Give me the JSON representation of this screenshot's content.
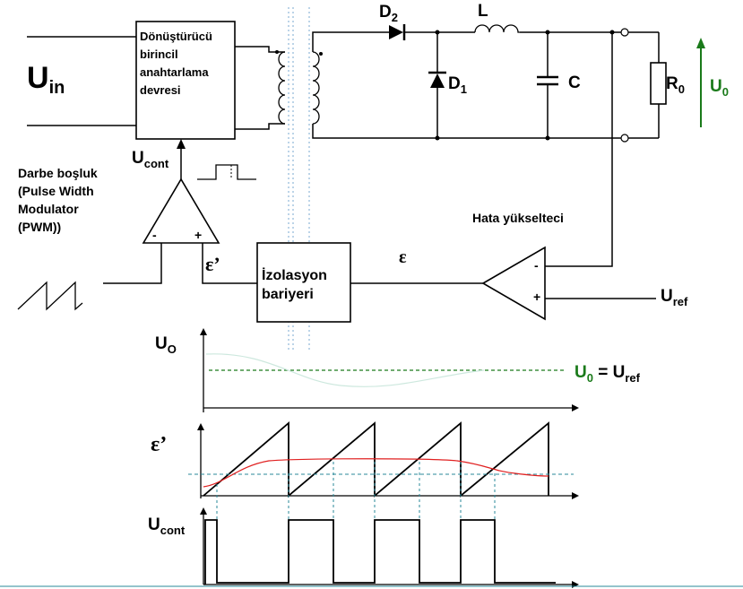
{
  "labels": {
    "converter_line1": "Dönüştürücü",
    "converter_line2": "birincil",
    "converter_line3": "anahtarlama",
    "converter_line4": "devresi",
    "uin_main": "U",
    "uin_sub": "in",
    "d2_main": "D",
    "d2_sub": "2",
    "d1_main": "D",
    "d1_sub": "1",
    "inductor": "L",
    "capacitor": "C",
    "r0_main": "R",
    "r0_sub": "0",
    "u0_main": "U",
    "u0_sub": "0",
    "ucont_main": "U",
    "ucont_sub": "cont",
    "pwm_line1": "Darbe boşluk",
    "pwm_line2": "(Pulse Width",
    "pwm_line3": "Modulator",
    "pwm_line4": "(PWM))",
    "pwm_minus": "-",
    "pwm_plus": "+",
    "eps_prime_top": "ε’",
    "isolation_line1": "İzolasyon",
    "isolation_line2": "bariyeri",
    "epsilon": "ε",
    "error_amp_title": "Hata yükselteci",
    "amp_minus": "-",
    "amp_plus": "+",
    "uref_main": "U",
    "uref_sub": "ref"
  },
  "plots": {
    "uo_main": "U",
    "uo_sub": "O",
    "eq_u0_main": "U",
    "eq_u0_sub": "0",
    "eq_equals": " = U",
    "eq_uref_sub": "ref",
    "eps_prime_label": "ε’",
    "ucont_main": "U",
    "ucont_sub": "cont"
  },
  "colors": {
    "green": "#1a7a1a",
    "red": "#e02020",
    "dashed_teal": "#2a8a9a",
    "barrier": "#8fb8d8"
  }
}
